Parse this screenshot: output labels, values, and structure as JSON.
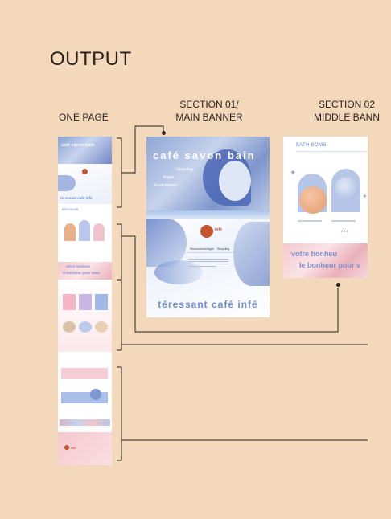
{
  "heading": "OUTPUT",
  "labels": {
    "one_page": "ONE PAGE",
    "section1_line1": "SECTION 01/",
    "section1_line2": "MAIN BANNER",
    "section2_line1": "SECTION 02",
    "section2_line2": "MIDDLE BANN"
  },
  "main_banner": {
    "hero_title": "café  savon  bain",
    "hero_lines": [
      "Upcycling",
      "Vegan",
      "Environment"
    ],
    "logo_text": "infé",
    "nav": [
      "Recommend",
      "Vegan",
      "Recycling"
    ],
    "bottom_text": "téressant  café  infé"
  },
  "middle_banner": {
    "title": "BATH BOMB",
    "banner_line1": "votre bonheu",
    "banner_line2": "le bonheur pour v",
    "dots": "•••"
  },
  "one_page": {
    "hero_title": "café  savon  bain",
    "bottom_text": "téressant café infé",
    "banner_text": "votre bonheur",
    "banner_text2": "le bonheur pour vous",
    "section_title": "BATH BOMB",
    "brand": "infé"
  },
  "colors": {
    "background": "#f4d8bb",
    "accent_blue": "#6f8bd0",
    "accent_pink": "#f3c9cf",
    "logo": "#c4532e"
  }
}
